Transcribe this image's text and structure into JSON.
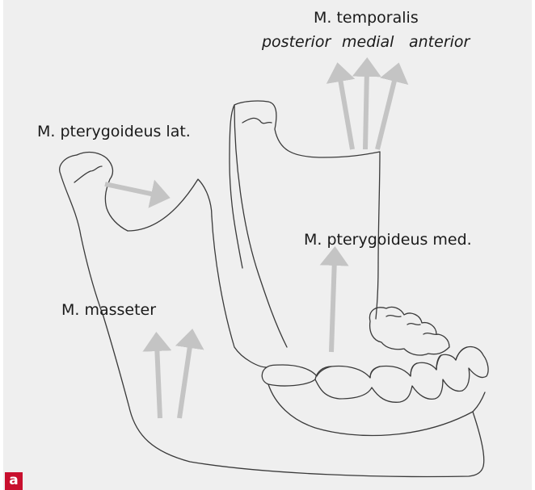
{
  "labels": {
    "temporalis": "M. temporalis",
    "temporalis_parts": [
      "posterior",
      "medial",
      "anterior"
    ],
    "pterygoideus_lat": "M. pterygoideus lat.",
    "pterygoideus_med": "M. pterygoideus med.",
    "masseter": "M. masseter"
  },
  "panel_label": "a",
  "colors": {
    "background": "#efefef",
    "outline": "#3a3a3a",
    "arrow": "#c4c4c4",
    "panel_tag": "#c8102e"
  }
}
